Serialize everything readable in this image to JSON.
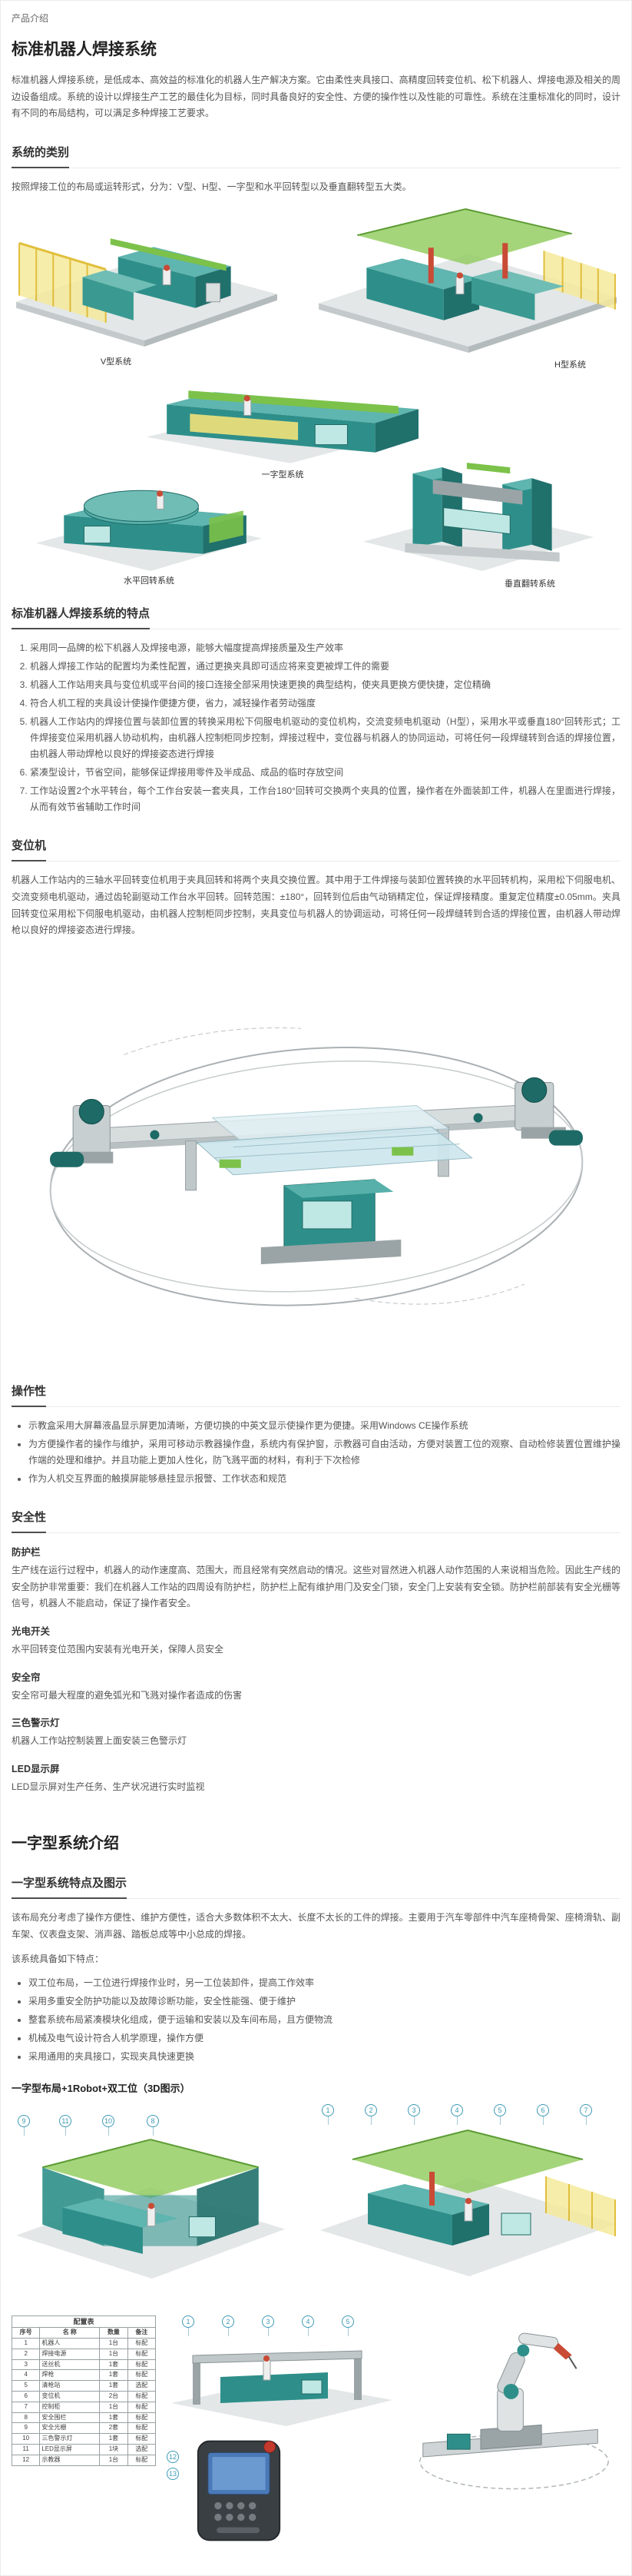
{
  "colors": {
    "accent_teal": "#2e8f8a",
    "accent_green": "#7cc24a",
    "fence_yellow": "#f2e27a",
    "callout_blue": "#3d9ab5"
  },
  "page": {
    "eyebrow": "产品介绍",
    "title": "标准机器人焊接系统",
    "intro": "标准机器人焊接系统，是低成本、高效益的标准化的机器人生产解决方案。它由柔性夹具接口、高精度回转变位机、松下机器人、焊接电源及相关的周边设备组成。系统的设计以焊接生产工艺的最佳化为目标，同时具备良好的安全性、方便的操作性以及性能的可靠性。系统在注重标准化的同时，设计有不同的布局结构，可以满足多种焊接工艺要求。"
  },
  "category": {
    "title": "系统的类别",
    "desc": "按照焊接工位的布局或运转形式，分为：V型、H型、一字型和水平回转型以及垂直翻转型五大类。",
    "labels": {
      "v": "V型系统",
      "h": "H型系统",
      "line": "一字型系统",
      "horiz": "水平回转系统",
      "vert": "垂直翻转系统"
    }
  },
  "features": {
    "title": "标准机器人焊接系统的特点",
    "items": [
      "采用同一品牌的松下机器人及焊接电源，能够大幅度提高焊接质量及生产效率",
      "机器人焊接工作站的配置均为柔性配置，通过更换夹具即可适应将来变更被焊工件的需要",
      "机器人工作站用夹具与变位机或平台间的接口连接全部采用快速更换的典型结构，使夹具更换方便快捷，定位精确",
      "符合人机工程的夹具设计使操作便捷方便，省力，减轻操作者劳动强度",
      "机器人工作站内的焊接位置与装卸位置的转换采用松下伺服电机驱动的变位机构，交流变频电机驱动（H型），采用水平或垂直180°回转形式；工件焊接变位采用机器人协动机构，由机器人控制柜同步控制，焊接过程中，变位器与机器人的协同运动，可将任何一段焊缝转到合适的焊接位置，由机器人带动焊枪以良好的焊接姿态进行焊接",
      "紧凑型设计，节省空间，能够保证焊接用零件及半成品、成品的临时存放空间",
      "工作站设置2个水平转台，每个工作台安装一套夹具，工作台180°回转可交换两个夹具的位置，操作者在外面装卸工件，机器人在里面进行焊接，从而有效节省辅助工作时间"
    ]
  },
  "positioner": {
    "title": "变位机",
    "desc": "机器人工作站内的三轴水平回转变位机用于夹具回转和将两个夹具交换位置。其中用于工件焊接与装卸位置转换的水平回转机构，采用松下伺服电机、交流变频电机驱动，通过齿轮副驱动工作台水平回转。回转范围：±180°，回转到位后由气动销精定位，保证焊接精度。重复定位精度±0.05mm。夹具回转变位采用松下伺服电机驱动，由机器人控制柜同步控制，夹具变位与机器人的协调运动，可将任何一段焊缝转到合适的焊接位置，由机器人带动焊枪以良好的焊接姿态进行焊接。"
  },
  "operability": {
    "title": "操作性",
    "items": [
      "示教盒采用大屏幕液晶显示屏更加清晰，方便切换的中英文显示使操作更为便捷。采用Windows CE操作系统",
      "为方便操作者的操作与维护，采用可移动示教器操作盘，系统内有保护窗，示教器可自由活动，方便对装置工位的观察、自动检修装置位置维护操作端的处理和维护。并且功能上更加人性化，防飞溅平面的材料，有利于下次检修",
      "作为人机交互界面的触摸屏能够悬挂显示报警、工作状态和规范"
    ]
  },
  "safety": {
    "title": "安全性",
    "subs": [
      {
        "title": "防护栏",
        "desc": "生产线在运行过程中，机器人的动作速度高、范围大，而且经常有突然启动的情况。这些对冒然进入机器人动作范围的人来说相当危险。因此生产线的安全防护非常重要：我们在机器人工作站的四周设有防护栏，防护栏上配有维护用门及安全门锁，安全门上安装有安全锁。防护栏前部装有安全光栅等信号，机器人不能启动，保证了操作者安全。"
      },
      {
        "title": "光电开关",
        "desc": "水平回转变位范围内安装有光电开关，保障人员安全"
      },
      {
        "title": "安全帘",
        "desc": "安全帘可最大程度的避免弧光和飞溅对操作者造成的伤害"
      },
      {
        "title": "三色警示灯",
        "desc": "机器人工作站控制装置上面安装三色警示灯"
      },
      {
        "title": "LED显示屏",
        "desc": "LED显示屏对生产任务、生产状况进行实时监视"
      }
    ]
  },
  "inline_system": {
    "title": "一字型系统介绍",
    "section_title": "一字型系统特点及图示",
    "desc": "该布局充分考虑了操作方便性、维护方便性，适合大多数体积不太大、长度不太长的工件的焊接。主要用于汽车零部件中汽车座椅骨架、座椅滑轨、副车架、仪表盘支架、消声器、踏板总成等中小总成的焊接。",
    "features_intro": "该系统具备如下特点：",
    "bullets": [
      "双工位布局，一工位进行焊接作业时，另一工位装卸件，提高工作效率",
      "采用多重安全防护功能以及故障诊断功能，安全性能强、便于维护",
      "整套系统布局紧凑模块化组成，便于运输和安装以及车间布局，且方便物流",
      "机械及电气设计符合人机学原理，操作方便",
      "采用通用的夹具接口，实现夹具快速更换"
    ],
    "layout_title": "一字型布局+1Robot+双工位（3D图示）"
  },
  "diagram": {
    "left_callouts": [
      "9",
      "11",
      "10",
      "8"
    ],
    "right_callouts": [
      "1",
      "2",
      "3",
      "4",
      "5",
      "6",
      "7"
    ],
    "machine_callouts": [
      "1",
      "2",
      "3",
      "4",
      "5"
    ],
    "pendant_callouts": [
      "12",
      "13"
    ]
  },
  "config_table": {
    "title": "配置表",
    "headers": [
      "序号",
      "名 称",
      "数量",
      "备注"
    ],
    "rows": [
      {
        "no": "1",
        "name": "机器人",
        "qty": "1台",
        "note": "标配"
      },
      {
        "no": "2",
        "name": "焊接电源",
        "qty": "1台",
        "note": "标配"
      },
      {
        "no": "3",
        "name": "送丝机",
        "qty": "1套",
        "note": "标配"
      },
      {
        "no": "4",
        "name": "焊枪",
        "qty": "1套",
        "note": "标配"
      },
      {
        "no": "5",
        "name": "清枪站",
        "qty": "1套",
        "note": "选配"
      },
      {
        "no": "6",
        "name": "变位机",
        "qty": "2台",
        "note": "标配"
      },
      {
        "no": "7",
        "name": "控制柜",
        "qty": "1台",
        "note": "标配"
      },
      {
        "no": "8",
        "name": "安全围栏",
        "qty": "1套",
        "note": "标配"
      },
      {
        "no": "9",
        "name": "安全光栅",
        "qty": "2套",
        "note": "标配"
      },
      {
        "no": "10",
        "name": "三色警示灯",
        "qty": "1套",
        "note": "标配"
      },
      {
        "no": "11",
        "name": "LED显示屏",
        "qty": "1块",
        "note": "选配"
      },
      {
        "no": "12",
        "name": "示教器",
        "qty": "1台",
        "note": "标配"
      }
    ]
  }
}
